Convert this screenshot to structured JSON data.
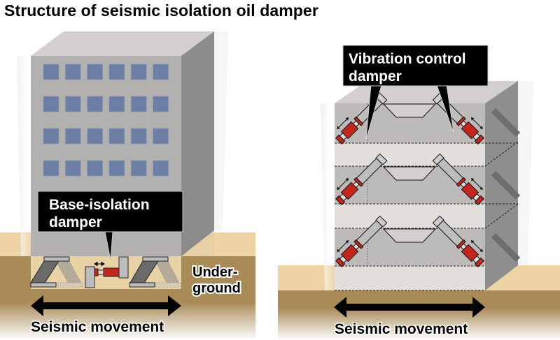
{
  "title": "Structure of seismic isolation oil damper",
  "left_panel": {
    "callout": [
      "Base-isolation",
      "damper"
    ],
    "underground_label": [
      "Under-",
      "ground"
    ],
    "movement_label": "Seismic movement",
    "window_rows": 4,
    "window_cols": 6
  },
  "right_panel": {
    "callout": [
      "Vibration control",
      "damper"
    ],
    "movement_label": "Seismic movement",
    "stories": 3
  },
  "colors": {
    "surface": "#EED3A5",
    "underground": "#A98B58",
    "building_front": "#B2B1B0",
    "building_top": "#D3CFCE",
    "building_side": "#8C8B8B",
    "window": "#6E7FA6",
    "damper_red": "#C4261D",
    "callout_bg": "#000000"
  }
}
